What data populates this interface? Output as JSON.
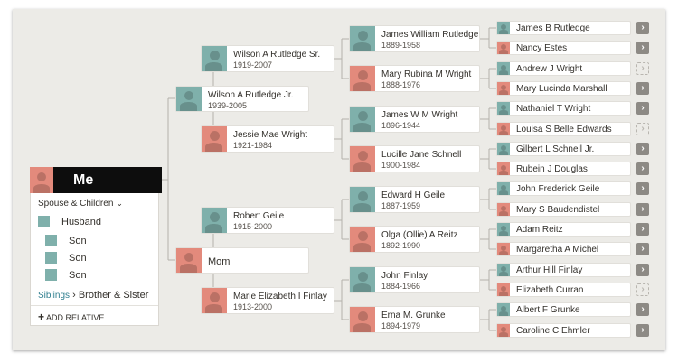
{
  "me": {
    "name": "Me",
    "spouse_children_label": "Spouse & Children",
    "husband": "Husband",
    "sons": [
      "Son",
      "Son",
      "Son"
    ],
    "siblings_label": "Siblings",
    "siblings_value": "Brother & Sister",
    "add_relative": "ADD RELATIVE"
  },
  "parents": {
    "father": {
      "name": "Wilson A Rutledge Jr.",
      "years": "1939-2005"
    },
    "mother": {
      "name": "Mom"
    }
  },
  "grandparents": [
    {
      "name": "Wilson A Rutledge Sr.",
      "years": "1919-2007",
      "sex": "m"
    },
    {
      "name": "Jessie Mae Wright",
      "years": "1921-1984",
      "sex": "f"
    },
    {
      "name": "Robert Geile",
      "years": "1915-2000",
      "sex": "m"
    },
    {
      "name": "Marie Elizabeth I Finlay",
      "years": "1913-2000",
      "sex": "f"
    }
  ],
  "great_grandparents": [
    {
      "name": "James William Rutledge",
      "years": "1889-1958",
      "sex": "m"
    },
    {
      "name": "Mary Rubina M Wright",
      "years": "1888-1976",
      "sex": "f"
    },
    {
      "name": "James W M Wright",
      "years": "1896-1944",
      "sex": "m"
    },
    {
      "name": "Lucille Jane Schnell",
      "years": "1900-1984",
      "sex": "f"
    },
    {
      "name": "Edward H Geile",
      "years": "1887-1959",
      "sex": "m"
    },
    {
      "name": "Olga (Ollie) A Reitz",
      "years": "1892-1990",
      "sex": "f"
    },
    {
      "name": "John Finlay",
      "years": "1884-1966",
      "sex": "m"
    },
    {
      "name": "Erna M. Grunke",
      "years": "1894-1979",
      "sex": "f"
    }
  ],
  "gg_grandparents": [
    {
      "name": "James B Rutledge",
      "sex": "m",
      "more": "solid"
    },
    {
      "name": "Nancy Estes",
      "sex": "f",
      "more": "solid"
    },
    {
      "name": "Andrew J Wright",
      "sex": "m",
      "more": "dashed"
    },
    {
      "name": "Mary Lucinda Marshall",
      "sex": "f",
      "more": "solid"
    },
    {
      "name": "Nathaniel T Wright",
      "sex": "m",
      "more": "solid"
    },
    {
      "name": "Louisa S Belle Edwards",
      "sex": "f",
      "more": "dashed"
    },
    {
      "name": "Gilbert L Schnell Jr.",
      "sex": "m",
      "more": "solid"
    },
    {
      "name": "Rubein J Douglas",
      "sex": "f",
      "more": "solid"
    },
    {
      "name": "John Frederick Geile",
      "sex": "m",
      "more": "solid"
    },
    {
      "name": "Mary S Baudendistel",
      "sex": "f",
      "more": "solid"
    },
    {
      "name": "Adam Reitz",
      "sex": "m",
      "more": "solid"
    },
    {
      "name": "Margaretha A Michel",
      "sex": "f",
      "more": "solid"
    },
    {
      "name": "Arthur Hill Finlay",
      "sex": "m",
      "more": "solid"
    },
    {
      "name": "Elizabeth Curran",
      "sex": "f",
      "more": "dashed"
    },
    {
      "name": "Albert F Grunke",
      "sex": "m",
      "more": "solid"
    },
    {
      "name": "Caroline C Ehmler",
      "sex": "f",
      "more": "solid"
    }
  ],
  "arrow_glyph": "›",
  "colors": {
    "male": "#7fb0ab",
    "female": "#e38a7c",
    "link": "#2f7f8f"
  }
}
